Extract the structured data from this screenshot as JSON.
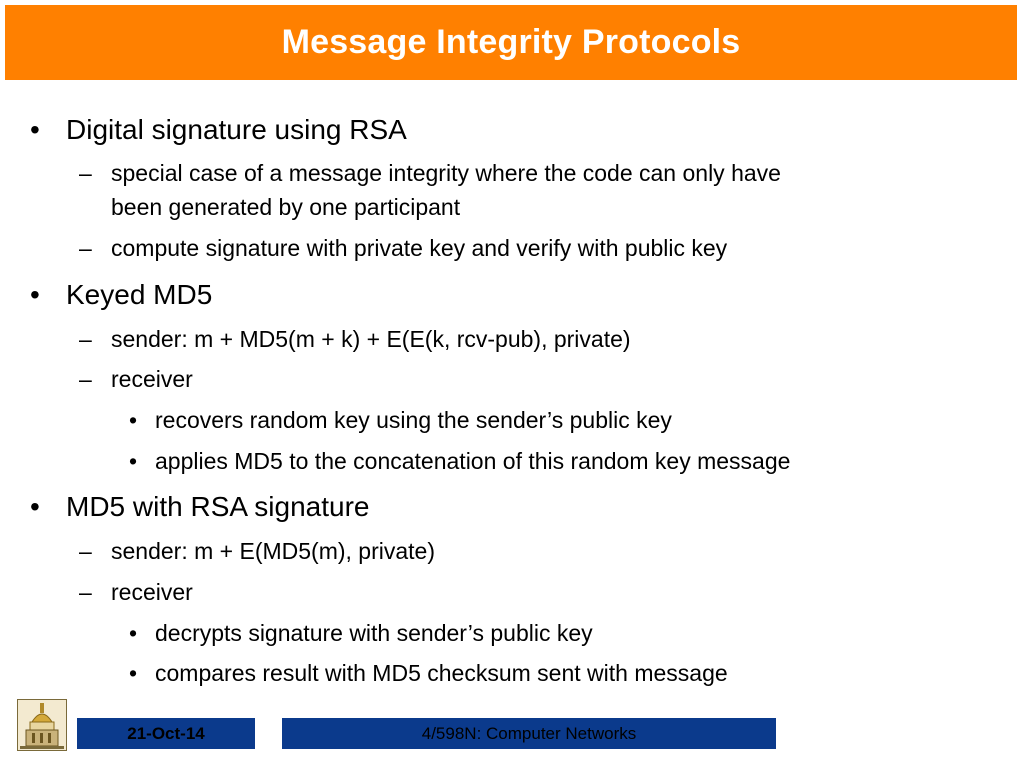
{
  "slide": {
    "title": "Message Integrity Protocols",
    "bullets": [
      {
        "marker": "•",
        "text": "Digital signature using RSA"
      },
      {
        "marker": "–",
        "text": "special case of a message integrity where the code can only have"
      },
      {
        "marker": "",
        "text": "been generated by one participant"
      },
      {
        "marker": "–",
        "text": "compute signature with private key and verify with public key"
      },
      {
        "marker": "•",
        "text": "Keyed MD5"
      },
      {
        "marker": "–",
        "text": "sender:  m + MD5(m + k) + E(E(k, rcv-pub), private)"
      },
      {
        "marker": "–",
        "text": "receiver"
      },
      {
        "marker": "•",
        "text": "recovers random key using the sender’s public key"
      },
      {
        "marker": "•",
        "text": "applies MD5 to the concatenation of this random key message"
      },
      {
        "marker": "•",
        "text": "MD5 with RSA signature"
      },
      {
        "marker": "–",
        "text": "sender:  m + E(MD5(m),  private)"
      },
      {
        "marker": "–",
        "text": "receiver"
      },
      {
        "marker": "•",
        "text": "decrypts signature with sender’s public key"
      },
      {
        "marker": "•",
        "text": "compares result with MD5 checksum sent with message"
      }
    ]
  },
  "footer": {
    "date": "21-Oct-14",
    "course": "4/598N: Computer Networks"
  },
  "colors": {
    "title_bar": "#ff8000",
    "footer_boxes": "#0b3a8c"
  }
}
